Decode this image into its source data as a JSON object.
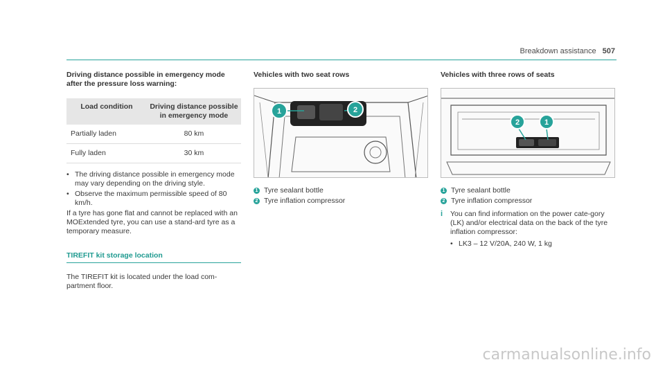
{
  "header": {
    "section": "Breakdown assistance",
    "page_number": "507"
  },
  "col1": {
    "heading": "Driving distance possible in emergency mode after the pressure loss warning:",
    "table": {
      "headers": [
        "Load condition",
        "Driving distance possible in emergency mode"
      ],
      "rows": [
        [
          "Partially laden",
          "80 km"
        ],
        [
          "Fully laden",
          "30 km"
        ]
      ]
    },
    "bullets": [
      "The driving distance possible in emergency mode may vary depending on the driving style.",
      "Observe the maximum permissible speed of 80 km/h."
    ],
    "paragraph": "If a tyre has gone flat and cannot be replaced with an MOExtended tyre, you can use a stand-ard tyre as a temporary measure.",
    "subheading": "TIREFIT kit storage location",
    "subparagraph": "The TIREFIT kit is located under the load com-partment floor."
  },
  "col2": {
    "heading": "Vehicles with two seat rows",
    "legend": [
      {
        "num": "1",
        "label": "Tyre sealant bottle"
      },
      {
        "num": "2",
        "label": "Tyre inflation compressor"
      }
    ]
  },
  "col3": {
    "heading": "Vehicles with three rows of seats",
    "legend": [
      {
        "num": "1",
        "label": "Tyre sealant bottle"
      },
      {
        "num": "2",
        "label": "Tyre inflation compressor"
      }
    ],
    "note_icon": "i",
    "note": "You can find information on the power cate-gory (LK) and/or electrical data on the back of the tyre inflation compressor:",
    "note_bullet": "LK3 – 12 V/20A, 240 W, 1 kg"
  },
  "watermark": "carmanualsonline.info",
  "colors": {
    "accent": "#27a39a"
  }
}
